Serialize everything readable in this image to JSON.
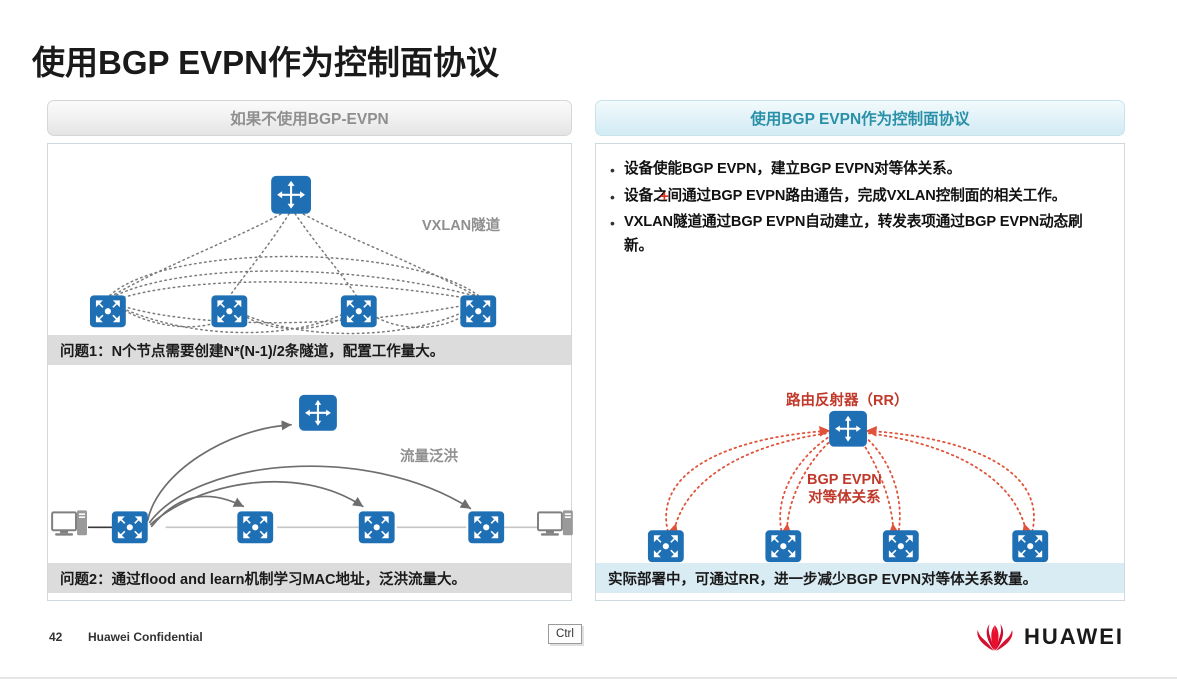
{
  "slide": {
    "title": "使用BGP EVPN作为控制面协议",
    "page_number": "42",
    "confidential": "Huawei Confidential",
    "ctrl_key": "Ctrl",
    "brand": "HUAWEI",
    "accent_blue": "#1f6fb5",
    "accent_teal": "#2a90a8",
    "accent_red": "#c0392b",
    "grey_text": "#8f8f8f"
  },
  "left_column": {
    "header": "如果不使用BGP-EVPN",
    "diagram_top": {
      "label": "VXLAN隧道",
      "router_count": 1,
      "switch_count": 4,
      "link_style": "dotted-grey-full-mesh"
    },
    "caption_1": "问题1：N个节点需要创建N*(N-1)/2条隧道，配置工作量大。",
    "diagram_bottom": {
      "label": "流量泛洪",
      "router_count": 1,
      "switch_count": 4,
      "pc_count": 2,
      "link_style": "solid-grey-arrows"
    },
    "caption_2": "问题2：通过flood and learn机制学习MAC地址，泛洪流量大。"
  },
  "right_column": {
    "header": "使用BGP EVPN作为控制面协议",
    "bullets": [
      "设备使能BGP EVPN，建立BGP EVPN对等体关系。",
      "设备之间通过BGP EVPN路由通告，完成VXLAN控制面的相关工作。",
      "VXLAN隧道通过BGP EVPN自动建立，转发表项通过BGP EVPN动态刷新。"
    ],
    "bullet_marker": "•",
    "cursor_artifact": "+",
    "diagram": {
      "rr_label": "路由反射器（RR）",
      "peer_label_line1": "BGP EVPN",
      "peer_label_line2": "对等体关系",
      "router_count": 1,
      "switch_count": 4,
      "link_style": "dotted-red-bidirectional"
    },
    "caption": "实际部署中，可通过RR，进一步减少BGP EVPN对等体关系数量。"
  }
}
